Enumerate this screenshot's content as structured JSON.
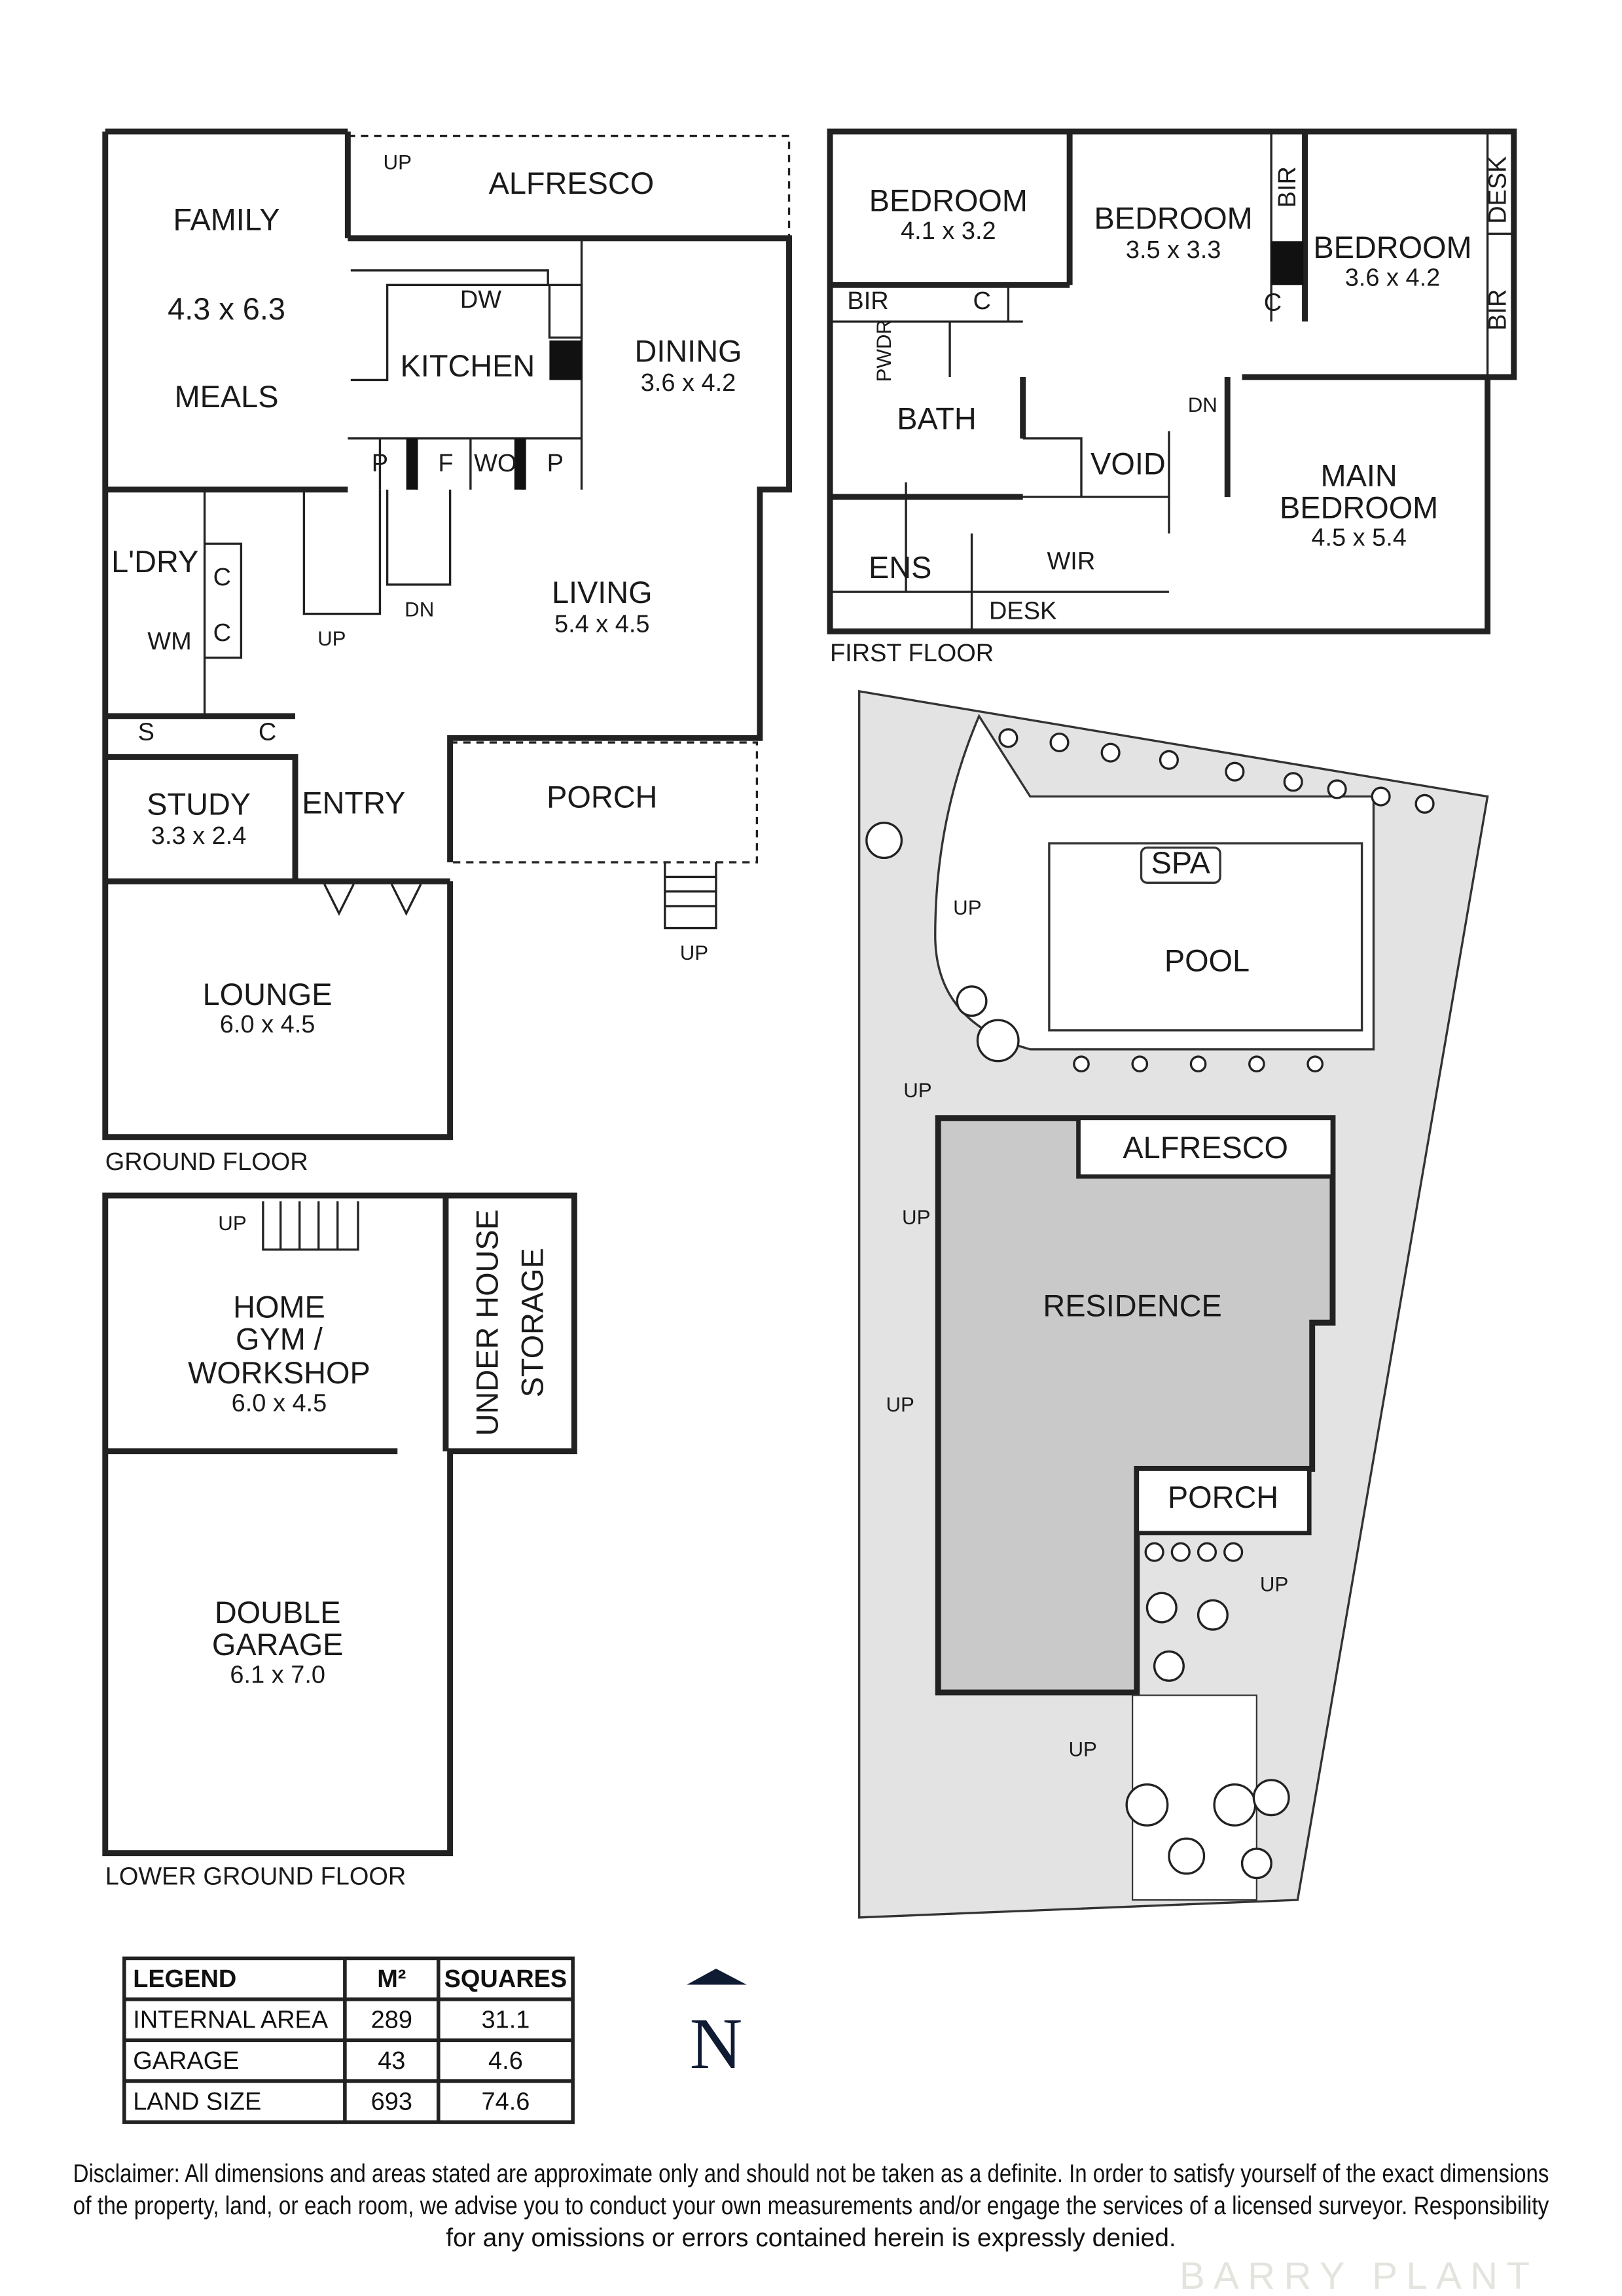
{
  "ground_floor": {
    "title": "GROUND FLOOR",
    "family": "FAMILY",
    "family_dims": "4.3 x 6.3",
    "meals": "MEALS",
    "alfresco": "ALFRESCO",
    "alfresco_up": "UP",
    "kitchen": "KITCHEN",
    "dw": "DW",
    "dining": "DINING",
    "dining_dims": "3.6 x 4.2",
    "pantry1": "P",
    "fridge": "F",
    "wo": "WO",
    "pantry2": "P",
    "laundry": "L'DRY",
    "laundry_c1": "C",
    "laundry_c2": "C",
    "wm": "WM",
    "stairs_up": "UP",
    "stairs_dn": "DN",
    "living": "LIVING",
    "living_dims": "5.4 x 4.5",
    "s": "S",
    "c": "C",
    "study": "STUDY",
    "study_dims": "3.3 x 2.4",
    "entry": "ENTRY",
    "porch": "PORCH",
    "porch_up": "UP",
    "lounge": "LOUNGE",
    "lounge_dims": "6.0 x 4.5"
  },
  "lower_ground_floor": {
    "title": "LOWER GROUND FLOOR",
    "up": "UP",
    "gym_line1": "HOME",
    "gym_line2": "GYM /",
    "gym_line3": "WORKSHOP",
    "gym_dims": "6.0 x 4.5",
    "storage_line1": "UNDER HOUSE",
    "storage_line2": "STORAGE",
    "garage_line1": "DOUBLE",
    "garage_line2": "GARAGE",
    "garage_dims": "6.1 x 7.0"
  },
  "first_floor": {
    "title": "FIRST FLOOR",
    "bed1": "BEDROOM",
    "bed1_dims": "4.1 x 3.2",
    "bed2": "BEDROOM",
    "bed2_dims": "3.5 x 3.3",
    "bed3": "BEDROOM",
    "bed3_dims": "3.6 x 4.2",
    "bir1": "BIR",
    "bir2": "BIR",
    "bir3": "BIR",
    "desk1": "DESK",
    "c1": "C",
    "c2": "C",
    "pwdr": "PWDR",
    "bath": "BATH",
    "dn": "DN",
    "void": "VOID",
    "main_line1": "MAIN",
    "main_line2": "BEDROOM",
    "main_dims": "4.5 x 5.4",
    "ens": "ENS",
    "wir": "WIR",
    "desk2": "DESK"
  },
  "site_plan": {
    "spa": "SPA",
    "pool": "POOL",
    "alfresco": "ALFRESCO",
    "residence": "RESIDENCE",
    "porch": "PORCH",
    "up_labels": [
      "UP",
      "UP",
      "UP",
      "UP",
      "UP",
      "UP"
    ]
  },
  "legend": {
    "headers": [
      "LEGEND",
      "M²",
      "SQUARES"
    ],
    "rows": [
      [
        "INTERNAL AREA",
        "289",
        "31.1"
      ],
      [
        "GARAGE",
        "43",
        "4.6"
      ],
      [
        "LAND SIZE",
        "693",
        "74.6"
      ]
    ]
  },
  "north_arrow": {
    "label": "N",
    "color": "#0f1a33"
  },
  "disclaimer": {
    "line1": "Disclaimer: All dimensions and areas stated are approximate only and should not be taken as a definite. In order to satisfy yourself of the exact dimensions",
    "line2": "of the property, land, or each room, we advise you to conduct your own measurements and/or engage the services of a licensed surveyor. Responsibility",
    "line3": "for any omissions or errors contained herein is expressly denied."
  },
  "watermark": "BARRY PLANT"
}
